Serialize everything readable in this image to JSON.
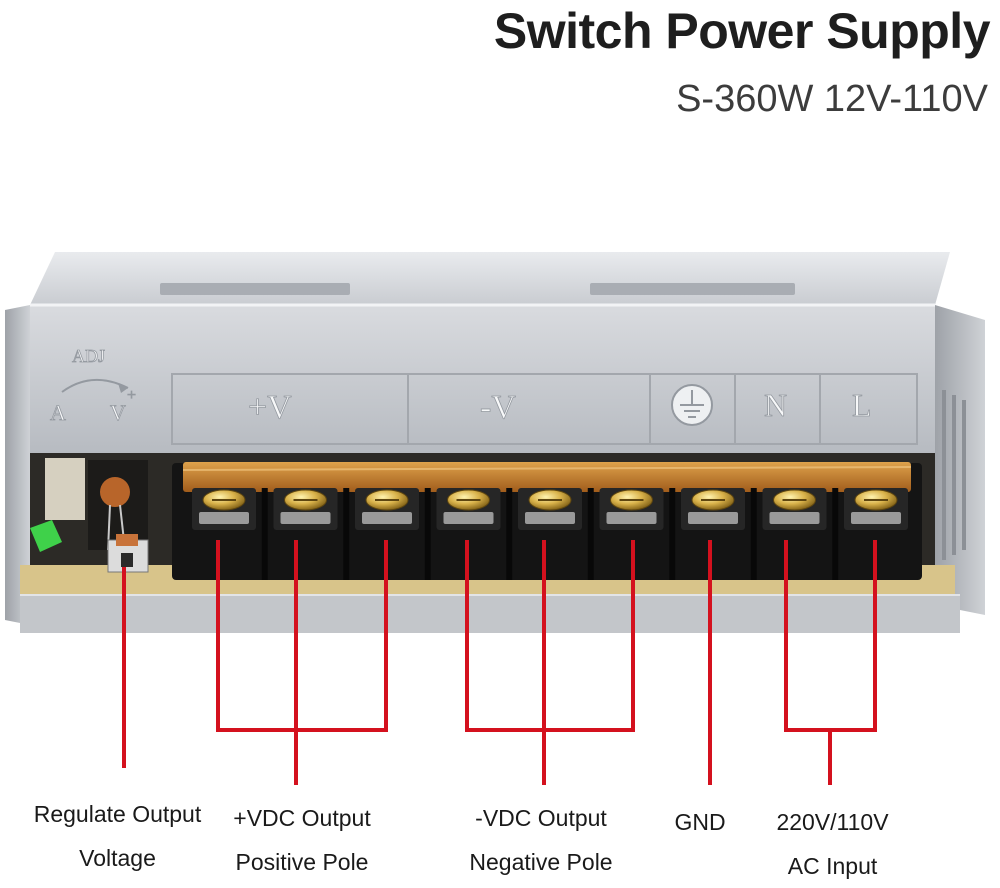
{
  "header": {
    "title": "Switch Power Supply",
    "model": "S-360W 12V-110V"
  },
  "panel_markings": {
    "adj": "ADJ",
    "adj_minus": "A",
    "adj_plus": "V",
    "positive": "+V",
    "negative": "-V",
    "neutral": "N",
    "live": "L"
  },
  "callouts": {
    "regulate": {
      "line1": "Regulate Output",
      "line2": "Voltage"
    },
    "positive": {
      "line1": "+VDC Output",
      "line2": "Positive Pole"
    },
    "negative": {
      "line1": "-VDC Output",
      "line2": "Negative Pole"
    },
    "gnd": {
      "line1": "GND"
    },
    "ac": {
      "line1": "220V/110V",
      "line2": "AC Input"
    }
  },
  "colors": {
    "callout_line": "#d4111e",
    "terminal_block": "#141414",
    "screw": "#c9a23a",
    "cover": "#b8bcc2",
    "pcb": "#d8c48a"
  }
}
